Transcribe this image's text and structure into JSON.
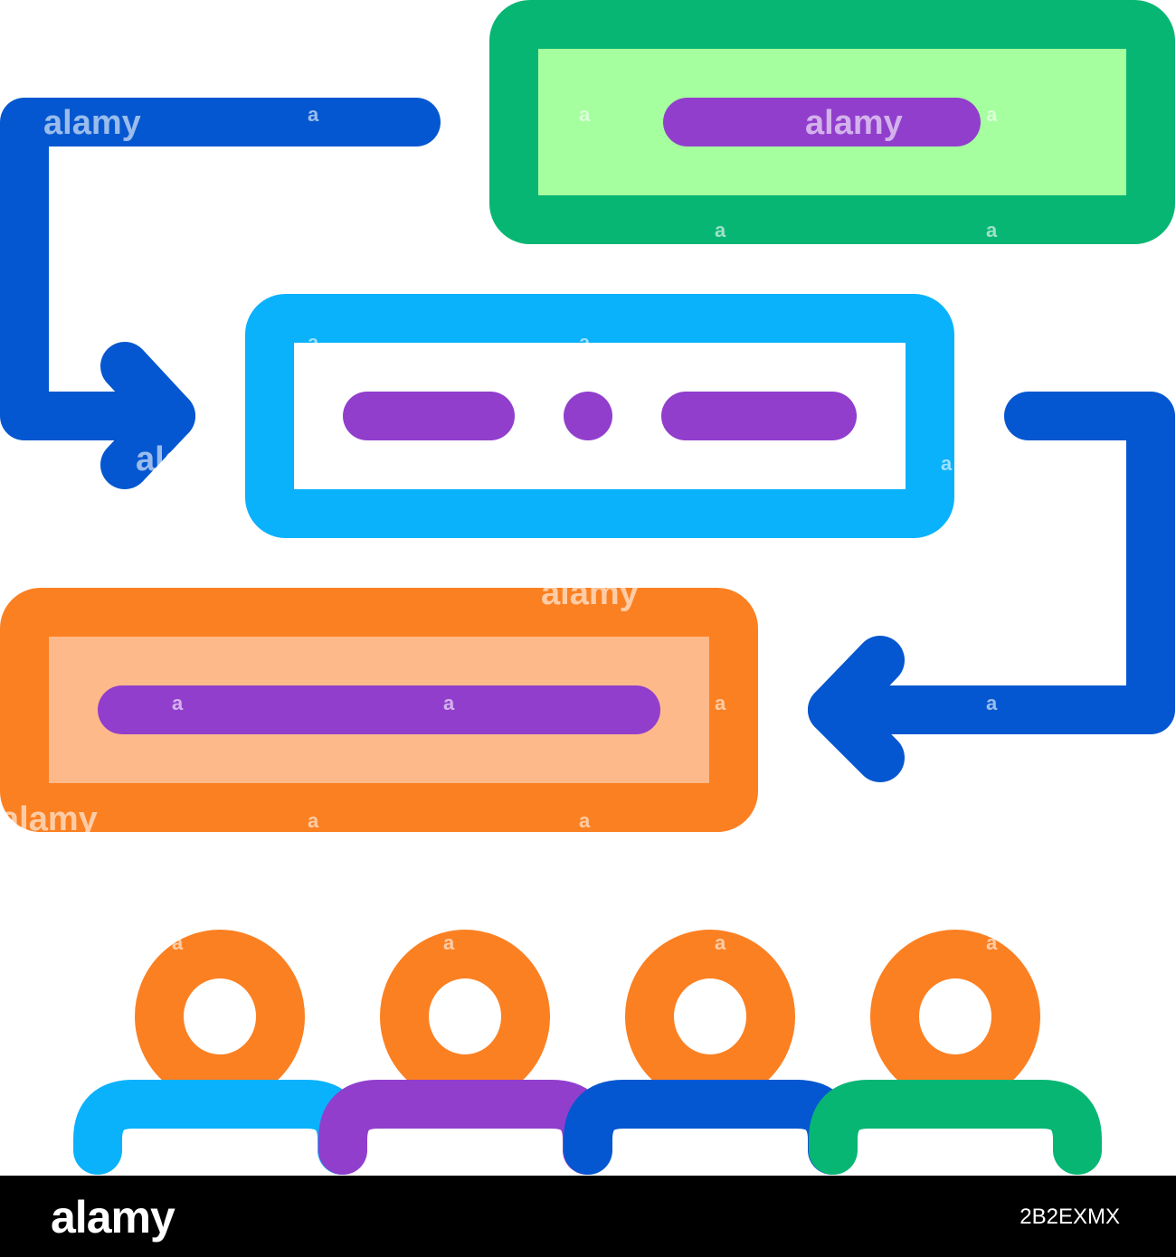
{
  "colors": {
    "green": "#08b673",
    "green_fill": "#a6ff9e",
    "cyan": "#0ab2fb",
    "orange": "#fb8022",
    "orange_fill": "#fdb98a",
    "purple": "#913ecd",
    "blue": "#0457d0",
    "background": "#ffffff",
    "footer": "#000000"
  },
  "watermark": {
    "brand": "alamy",
    "mark": "a"
  },
  "footer": {
    "brand": "alamy",
    "image_code": "2B2EXMX"
  }
}
